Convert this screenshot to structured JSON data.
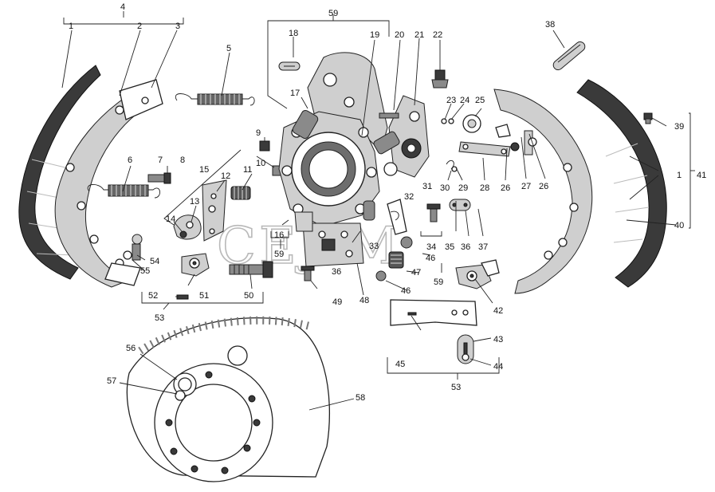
{
  "watermark": "CEJIM",
  "callouts": [
    {
      "id": "c4",
      "text": "4"
    },
    {
      "id": "c1a",
      "text": "1"
    },
    {
      "id": "c2",
      "text": "2"
    },
    {
      "id": "c3",
      "text": "3"
    },
    {
      "id": "c5",
      "text": "5"
    },
    {
      "id": "c6",
      "text": "6"
    },
    {
      "id": "c7",
      "text": "7"
    },
    {
      "id": "c8",
      "text": "8"
    },
    {
      "id": "c9",
      "text": "9"
    },
    {
      "id": "c10",
      "text": "10"
    },
    {
      "id": "c11",
      "text": "11"
    },
    {
      "id": "c12",
      "text": "12"
    },
    {
      "id": "c13",
      "text": "13"
    },
    {
      "id": "c14",
      "text": "14"
    },
    {
      "id": "c15",
      "text": "15"
    },
    {
      "id": "c16",
      "text": "16"
    },
    {
      "id": "c17",
      "text": "17"
    },
    {
      "id": "c18",
      "text": "18"
    },
    {
      "id": "c19",
      "text": "19"
    },
    {
      "id": "c20",
      "text": "20"
    },
    {
      "id": "c21",
      "text": "21"
    },
    {
      "id": "c22",
      "text": "22"
    },
    {
      "id": "c23",
      "text": "23"
    },
    {
      "id": "c24",
      "text": "24"
    },
    {
      "id": "c25",
      "text": "25"
    },
    {
      "id": "c26a",
      "text": "26"
    },
    {
      "id": "c26b",
      "text": "26"
    },
    {
      "id": "c27",
      "text": "27"
    },
    {
      "id": "c28",
      "text": "28"
    },
    {
      "id": "c29",
      "text": "29"
    },
    {
      "id": "c30",
      "text": "30"
    },
    {
      "id": "c31",
      "text": "31"
    },
    {
      "id": "c32",
      "text": "32"
    },
    {
      "id": "c33",
      "text": "33"
    },
    {
      "id": "c34",
      "text": "34"
    },
    {
      "id": "c35",
      "text": "35"
    },
    {
      "id": "c36a",
      "text": "36"
    },
    {
      "id": "c36b",
      "text": "36"
    },
    {
      "id": "c37",
      "text": "37"
    },
    {
      "id": "c38",
      "text": "38"
    },
    {
      "id": "c39",
      "text": "39"
    },
    {
      "id": "c1b",
      "text": "1"
    },
    {
      "id": "c40",
      "text": "40"
    },
    {
      "id": "c41",
      "text": "41"
    },
    {
      "id": "c42",
      "text": "42"
    },
    {
      "id": "c43",
      "text": "43"
    },
    {
      "id": "c44",
      "text": "44"
    },
    {
      "id": "c45",
      "text": "45"
    },
    {
      "id": "c46a",
      "text": "46"
    },
    {
      "id": "c46b",
      "text": "46"
    },
    {
      "id": "c47",
      "text": "47"
    },
    {
      "id": "c48",
      "text": "48"
    },
    {
      "id": "c49",
      "text": "49"
    },
    {
      "id": "c50",
      "text": "50"
    },
    {
      "id": "c51",
      "text": "51"
    },
    {
      "id": "c52",
      "text": "52"
    },
    {
      "id": "c53a",
      "text": "53"
    },
    {
      "id": "c53b",
      "text": "53"
    },
    {
      "id": "c54",
      "text": "54"
    },
    {
      "id": "c55",
      "text": "55"
    },
    {
      "id": "c56",
      "text": "56"
    },
    {
      "id": "c57",
      "text": "57"
    },
    {
      "id": "c58",
      "text": "58"
    },
    {
      "id": "c59a",
      "text": "59"
    },
    {
      "id": "c59b",
      "text": "59"
    },
    {
      "id": "c59c",
      "text": "59"
    }
  ]
}
